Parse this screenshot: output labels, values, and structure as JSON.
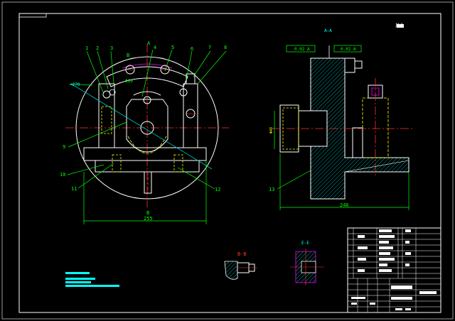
{
  "drawing": {
    "balloons": [
      "1",
      "2",
      "3",
      "4",
      "5",
      "6",
      "7",
      "8",
      "9",
      "10",
      "11",
      "12",
      "13"
    ],
    "section_A": "A",
    "section_B": "B",
    "top_mark": "A—A",
    "width_dim": "255",
    "side_width_dim": "246",
    "left_angle": "≈270",
    "phi_dim": "Φ10",
    "center_label": "B",
    "tolerance_1": "0.02 A",
    "tolerance_2": "0.02 A",
    "detail_bb": "B-B",
    "detail_ee": "E-E",
    "top_right_note": "其余"
  },
  "colors": {
    "background": "#000000",
    "frame": "#ffffff",
    "part": "#ffffff",
    "centerline": "#ff3030",
    "dimension": "#00ff00",
    "hidden": "#ffff00",
    "hatch": "#00c8c8",
    "accent": "#ff00ff",
    "note": "#00ffff"
  }
}
